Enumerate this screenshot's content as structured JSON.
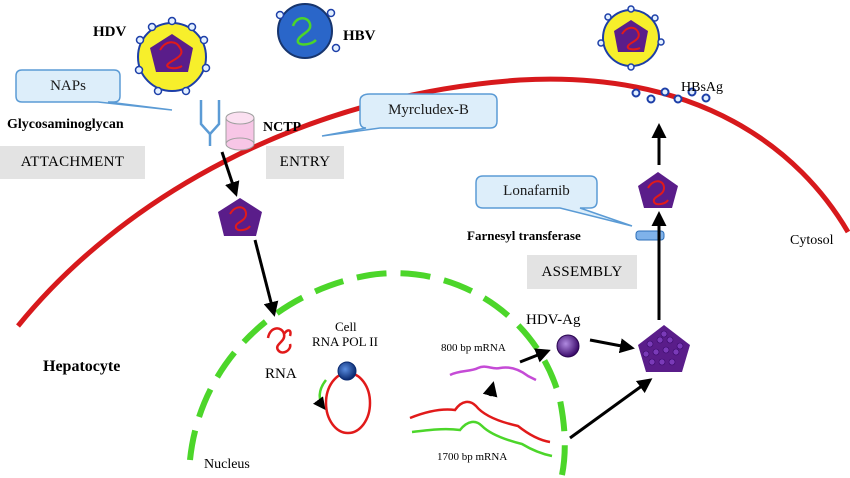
{
  "labels": {
    "hdv": "HDV",
    "hbv": "HBV",
    "glycosaminoglycan": "Glycosaminoglycan",
    "nctp": "NCTP",
    "hepatocyte": "Hepatocyte",
    "cytosol": "Cytosol",
    "nucleus": "Nucleus",
    "rna": "RNA",
    "cell_rna_pol_line1": "Cell",
    "cell_rna_pol_line2": "RNA POL II",
    "hdv_ag": "HDV-Ag",
    "mrna_800": "800 bp mRNA",
    "mrna_1700": "1700 bp mRNA",
    "hbsag": "HBsAg",
    "farnesyl_transferase": "Farnesyl transferase"
  },
  "callouts": {
    "naps": "NAPs",
    "myrcludex": "Myrcludex-B",
    "lonafarnib": "Lonafarnib"
  },
  "steps": {
    "attachment": "ATTACHMENT",
    "entry": "ENTRY",
    "assembly": "ASSEMBLY"
  },
  "colors": {
    "membrane": "#d7191c",
    "nucleus_envelope": "#4cd62a",
    "virion_coat": "#f7ef2b",
    "virion_core": "#5a1d8a",
    "hbv_body": "#2a66c9",
    "callout_fill": "#ddeefa",
    "callout_stroke": "#5b9bd5",
    "step_box": "#e3e3e3",
    "mrna_800": "#c54bd6",
    "mrna_1700_red": "#e11a1a",
    "mrna_1700_green": "#4cd62a"
  }
}
